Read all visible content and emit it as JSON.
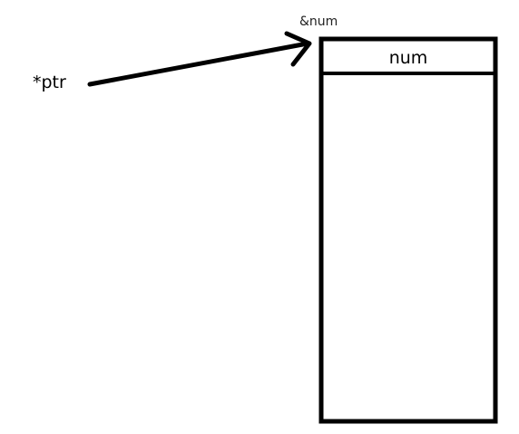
{
  "pointer": {
    "name": "*ptr",
    "address_label": "&num"
  },
  "memory_block": {
    "first_cell_label": "num"
  },
  "colors": {
    "stroke": "#000000",
    "background": "#ffffff"
  }
}
